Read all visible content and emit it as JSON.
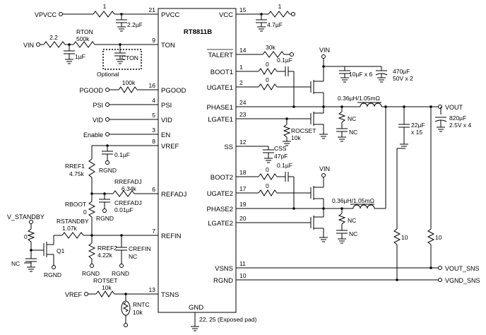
{
  "chip": {
    "name": "RT8811B",
    "left_pins": [
      {
        "label": "PVCC",
        "num": "21"
      },
      {
        "label": "TON",
        "num": "9"
      },
      {
        "label": "PGOOD",
        "num": "16"
      },
      {
        "label": "PSI",
        "num": "4"
      },
      {
        "label": "VID",
        "num": "5"
      },
      {
        "label": "EN",
        "num": "3"
      },
      {
        "label": "VREF",
        "num": "8"
      },
      {
        "label": "REFADJ",
        "num": "6"
      },
      {
        "label": "REFIN",
        "num": "7"
      },
      {
        "label": "TSNS",
        "num": "13"
      }
    ],
    "right_pins": [
      {
        "label": "VCC",
        "num": "15"
      },
      {
        "label": "TALERT",
        "num": "14"
      },
      {
        "label": "BOOT1",
        "num": "1"
      },
      {
        "label": "UGATE1",
        "num": "2"
      },
      {
        "label": "PHASE1",
        "num": "24"
      },
      {
        "label": "LGATE1",
        "num": "23"
      },
      {
        "label": "SS",
        "num": "12"
      },
      {
        "label": "BOOT2",
        "num": "18"
      },
      {
        "label": "UGATE2",
        "num": "17"
      },
      {
        "label": "PHASE2",
        "num": "19"
      },
      {
        "label": "LGATE2",
        "num": "20"
      },
      {
        "label": "VSNS",
        "num": "11"
      },
      {
        "label": "RGND",
        "num": "10"
      }
    ],
    "gnd_label": "GND",
    "gnd_pins": "22, 25 (Exposed pad)"
  },
  "inputs": {
    "vpvcc": "VPVCC",
    "vin": "VIN",
    "pgood": "PGOOD",
    "psi": "PSI",
    "vid": "VID",
    "enable": "Enable",
    "v_standby": "V_STANDBY",
    "vref": "VREF"
  },
  "outputs": {
    "vout": "VOUT",
    "vout_sns": "VOUT_SNS",
    "vgnd_sns": "VGND_SNS"
  },
  "components": {
    "r_pvcc": "1",
    "c_pvcc": "2.2µF",
    "r_vcc": "1",
    "c_vcc": "4.7µF",
    "r_vin": "2.2",
    "c_vin": "1µF",
    "rton_name": "RTON",
    "rton_val": "500k",
    "cton": "CTON",
    "optional": "Optional",
    "r_pgood": "100k",
    "r_talert": "30k",
    "rboot1": "0",
    "cboot1": "0.1µF",
    "rugate1": "0",
    "cin_ceramic": "10µF x 6",
    "cin_bulk_val": "470µF",
    "cin_bulk_rating": "50V x 2",
    "vin_top1": "VIN",
    "vin_top2": "VIN",
    "l1": "0.36µH/1.05mΩ",
    "l2": "0.36µH/1.05mΩ",
    "nc": "NC",
    "rocset_name": "ROCSET",
    "rocset_val": "10k",
    "css_name": "CSS",
    "css_val": "47pF",
    "c_out_ceramic": "22µF",
    "c_out_ceramic_qty": "x 15",
    "c_out_bulk_val": "820µF",
    "c_out_bulk_rating": "2.5V x 4",
    "rboot2": "0",
    "cboot2": "0.1µF",
    "rugate2": "0",
    "c_vref": "0.1µF",
    "rref1_name": "RREF1",
    "rref1_val": "4.75k",
    "rgnd": "RGND",
    "rrefadj_name": "RREFADJ",
    "rrefadj_val": "6.34k",
    "crefadj_name": "CREFADJ",
    "crefadj_val": "0.01µF",
    "rboot_name": "RBOOT",
    "rboot_val": "0",
    "rstandby_name": "RSTANDBY",
    "rstandby_val": "1.07k",
    "r_q1_gate": "0",
    "q1": "Q1",
    "rref2_name": "RREF2",
    "rref2_val": "4.22k",
    "crefin_name": "CREFIN",
    "crefin_val": "NC",
    "rotset_name": "ROTSET",
    "rotset_val": "10k",
    "rntc_name": "RNTC",
    "rntc_val": "10k",
    "r_vsns": "10",
    "r_rgnd": "10"
  }
}
